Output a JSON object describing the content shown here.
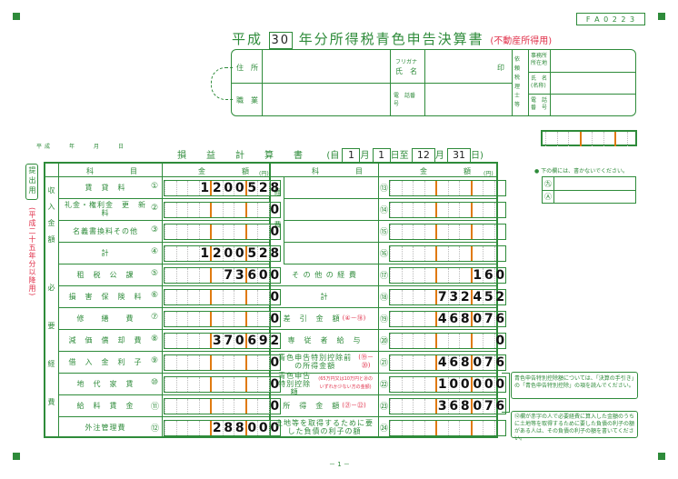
{
  "form_code": "F A 0 2 2 3",
  "header": {
    "title_prefix": "平成",
    "year": "30",
    "title_suffix": "年分所得税青色申告決算書",
    "subtitle": "(不動産所得用)"
  },
  "info": {
    "address_label": "住　所",
    "furigana_label": "フリガナ",
    "name_label": "氏　名",
    "seal": "印",
    "office_label": "事務所所在地",
    "occupation_label": "職　業",
    "phone_label": "電　話番　号",
    "tax_accountant_label": "依頼税理士等",
    "ta_name_label": "氏　名(名称)",
    "ta_phone_label": "電　話番　号"
  },
  "date_line": "平成　　年　　月　　日",
  "statement": {
    "title": "損　益　計　算　書",
    "open": "(自",
    "m1": "1",
    "mlabel": "月",
    "d1": "1",
    "dlabel": "日至",
    "m2": "12",
    "d2": "31",
    "close": "日)"
  },
  "side_label": "提出用",
  "side_note": "(平成二十五年分以降用)",
  "columns": {
    "account": "科　　　目",
    "amount": "金　　　額",
    "yen": "(円)"
  },
  "groups": {
    "income": "収入金額",
    "expenses": "必要経費",
    "expenses2": "経費"
  },
  "left_rows": [
    {
      "no": "①",
      "label": "賃　貸　料",
      "digits": [
        "1",
        "2",
        "0",
        "0",
        "5",
        "2",
        "8"
      ]
    },
    {
      "no": "②",
      "label": "礼金・権利金　更　新　料",
      "digits": [
        "0"
      ]
    },
    {
      "no": "③",
      "label": "名義書換料その他",
      "digits": [
        "0"
      ]
    },
    {
      "no": "④",
      "label": "計",
      "digits": [
        "1",
        "2",
        "0",
        "0",
        "5",
        "2",
        "8"
      ]
    },
    {
      "no": "⑤",
      "label": "租　税　公　課",
      "digits": [
        "7",
        "3",
        "6",
        "0",
        "0"
      ]
    },
    {
      "no": "⑥",
      "label": "損　害　保　険　料",
      "digits": [
        "0"
      ]
    },
    {
      "no": "⑦",
      "label": "修　　繕　　費",
      "digits": [
        "0"
      ]
    },
    {
      "no": "⑧",
      "label": "減　価　償　却　費",
      "digits": [
        "3",
        "7",
        "0",
        "6",
        "9",
        "2"
      ]
    },
    {
      "no": "⑨",
      "label": "借　入　金　利　子",
      "digits": [
        "0"
      ]
    },
    {
      "no": "⑩",
      "label": "地　代　家　賃",
      "digits": [
        "0"
      ]
    },
    {
      "no": "⑪",
      "label": "給　料　賃　金",
      "digits": [
        "0"
      ]
    },
    {
      "no": "⑫",
      "label": "外注管理費",
      "digits": [
        "2",
        "8",
        "8",
        "0",
        "0",
        "0"
      ]
    }
  ],
  "right_rows": [
    {
      "no": "⑬",
      "label": "",
      "digits": []
    },
    {
      "no": "⑭",
      "label": "",
      "digits": []
    },
    {
      "no": "⑮",
      "label": "",
      "digits": []
    },
    {
      "no": "⑯",
      "label": "",
      "digits": []
    },
    {
      "no": "⑰",
      "label": "そ の 他 の 経 費",
      "digits": [
        "1",
        "6",
        "0"
      ]
    },
    {
      "no": "⑱",
      "label": "計",
      "digits": [
        "7",
        "3",
        "2",
        "4",
        "5",
        "2"
      ]
    },
    {
      "no": "⑲",
      "label": "差　引　金　額",
      "formula": "(④－⑱)",
      "digits": [
        "4",
        "6",
        "8",
        "0",
        "7",
        "6"
      ]
    },
    {
      "no": "⑳",
      "label": "専　従　者　給　与",
      "digits": [
        "0"
      ]
    },
    {
      "no": "㉑",
      "label": "青色申告特別控除前の所得金額",
      "formula": "(⑲－⑳)",
      "digits": [
        "4",
        "6",
        "8",
        "0",
        "7",
        "6"
      ]
    },
    {
      "no": "㉒",
      "label": "青色申告特別控除額",
      "formula": "(65万円又は10万円と⑳のいずれか少ない方の金額)",
      "digits": [
        "1",
        "0",
        "0",
        "0",
        "0",
        "0"
      ]
    },
    {
      "no": "㉓",
      "label": "所　得　金　額",
      "formula": "(㉑－㉒)",
      "digits": [
        "3",
        "6",
        "8",
        "0",
        "7",
        "6"
      ]
    },
    {
      "no": "㉔",
      "label": "土地等を取得するために要した負債の利子の額",
      "digits": []
    }
  ],
  "notes": {
    "top": "● 下の欄には、書かないでください。",
    "a": "㊈",
    "b": "Ⓐ",
    "blue": "青色申告特別控除額については、「決算の手引き」の「青色申告特別控除」の項を読んでください。",
    "land": "⑫欄が赤字の人で必要経費に算入した金額のうちに土地等を取得するために要した負債の利子の額がある人は、その負債の利子の額を書いてください。"
  },
  "page_number": "－ 1 －"
}
